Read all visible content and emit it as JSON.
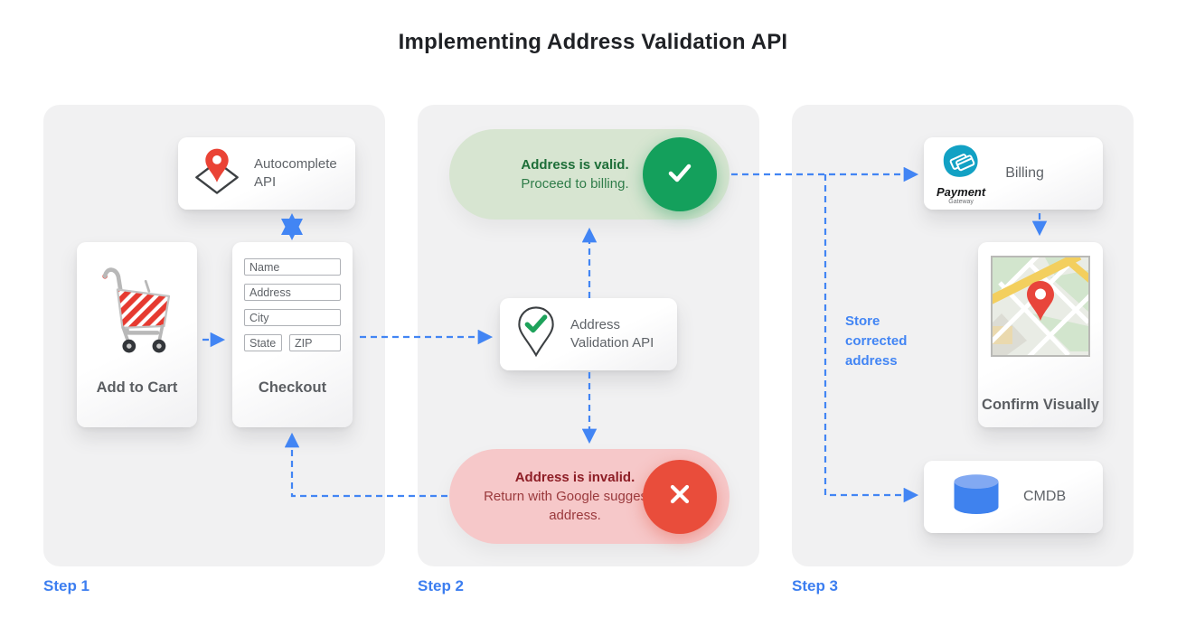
{
  "title": "Implementing Address Validation API",
  "steps": [
    {
      "label": "Step 1"
    },
    {
      "label": "Step 2"
    },
    {
      "label": "Step 3"
    }
  ],
  "panel1": {
    "autocomplete_card": {
      "label": "Autocomplete API"
    },
    "add_to_cart": {
      "label": "Add to Cart"
    },
    "checkout": {
      "label": "Checkout",
      "fields": [
        "Name",
        "Address",
        "City",
        "State",
        "ZIP"
      ]
    }
  },
  "panel2": {
    "valid_pill": {
      "title": "Address is valid.",
      "subtitle": "Proceed to billing."
    },
    "validation_card": {
      "label": "Address Validation API"
    },
    "invalid_pill": {
      "title": "Address is invalid.",
      "subtitle": "Return with Google suggested address."
    }
  },
  "panel3": {
    "billing": {
      "label": "Billing",
      "logo_title": "Payment",
      "logo_subtitle": "Gateway"
    },
    "confirm": {
      "label": "Confirm Visually"
    },
    "store_label": "Store corrected address",
    "cmdb": {
      "label": "CMDB"
    }
  },
  "colors": {
    "arrow_blue": "#4285f4",
    "step_blue": "#3c7ef0",
    "valid_green": "#14a05c",
    "valid_pill_bg": "#d7e5d1",
    "invalid_red": "#e94d3b",
    "invalid_pill_bg": "#f6c8c9",
    "panel_bg": "#f1f1f2",
    "pin_red": "#ea4335"
  }
}
